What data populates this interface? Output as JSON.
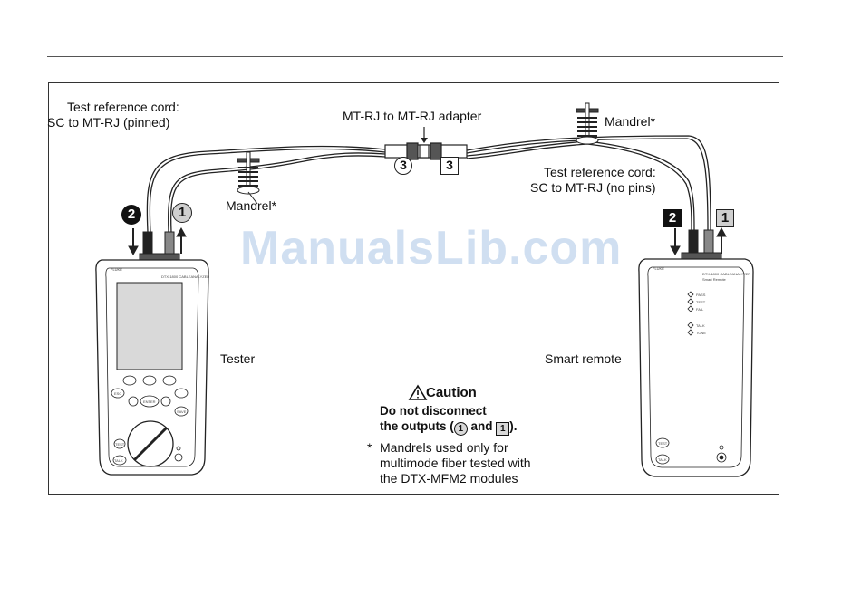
{
  "labels": {
    "cord_left_line1": "Test reference cord:",
    "cord_left_line2": "SC to MT-RJ (pinned)",
    "adapter": "MT-RJ to MT-RJ adapter",
    "mandrel_right": "Mandrel*",
    "mandrel_left": "Mandrel*",
    "cord_right_line1": "Test reference cord:",
    "cord_right_line2": "SC to MT-RJ (no pins)",
    "tester": "Tester",
    "smart_remote": "Smart remote"
  },
  "markers": {
    "tester_in": "2",
    "tester_out": "1",
    "adapter_left": "3",
    "adapter_right": "3",
    "remote_in": "2",
    "remote_out": "1"
  },
  "caution": {
    "title": "Caution",
    "line1": "Do not disconnect",
    "line2_prefix": "the outputs (",
    "line2_and": "and",
    "line2_suffix": ").",
    "ref_circle": "1",
    "ref_square": "1"
  },
  "note": {
    "star": "*",
    "line1": "Mandrels used only for",
    "line2": "multimode fiber tested with",
    "line3": "the DTX-MFM2 modules"
  },
  "device_text": {
    "brand": "FLUKE",
    "tester_model": "DTX-1800 CABLEANALYZER",
    "remote_model": "DTX-1800 CABLEANALYZER",
    "remote_sub": "Smart Remote",
    "led_pass": "PASS",
    "led_test": "TEST",
    "led_fail": "FAIL",
    "led_talk": "TALK",
    "led_tone": "TONE",
    "key_enter": "ENTER",
    "key_esc": "ESC",
    "key_save": "SAVE",
    "key_talk": "TALK",
    "key_test": "TEST"
  },
  "watermark": "ManualsLib.com",
  "colors": {
    "line": "#222222",
    "device_fill": "#ffffff",
    "screen": "#d9d9d9",
    "watermark": "#96b9e1"
  }
}
